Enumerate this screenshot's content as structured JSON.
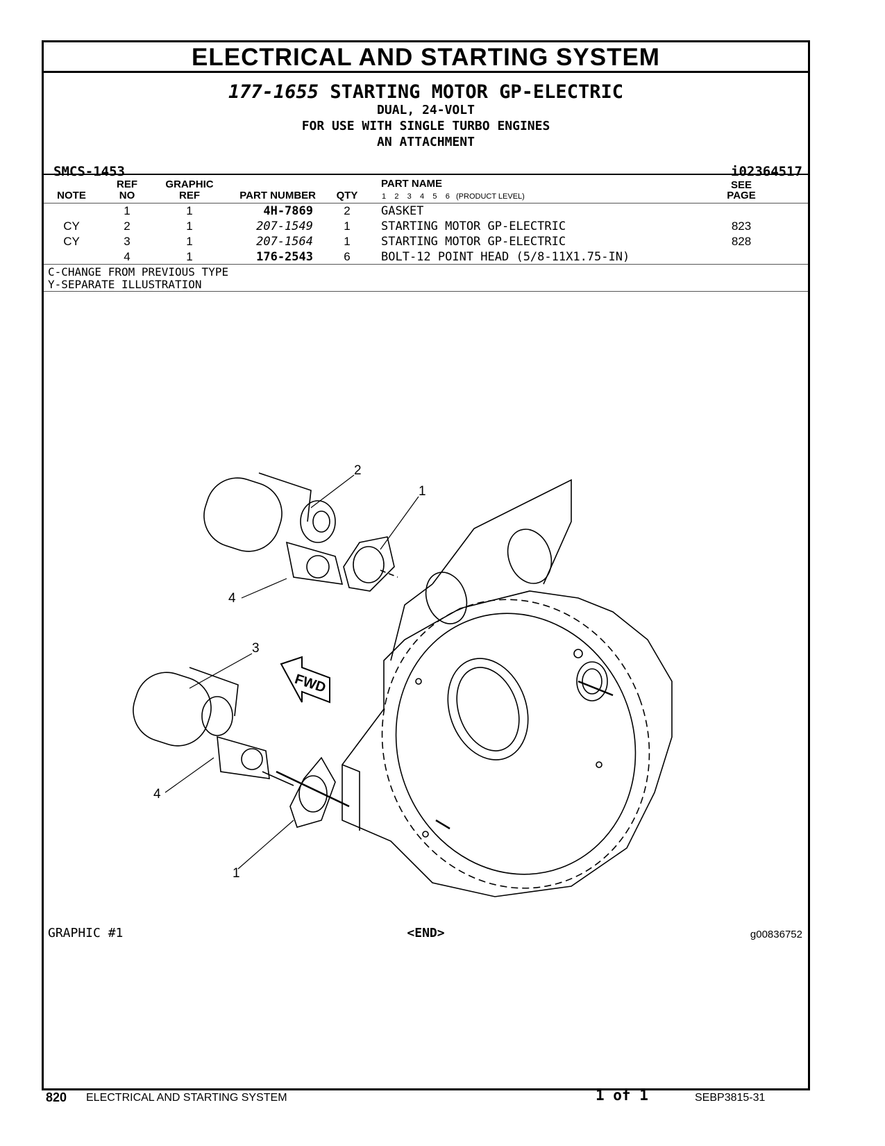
{
  "section_title": "ELECTRICAL AND STARTING SYSTEM",
  "group": {
    "part_number": "177-1655",
    "name": "STARTING MOTOR GP-ELECTRIC",
    "descriptions": [
      "DUAL, 24-VOLT",
      "FOR USE WITH SINGLE TURBO ENGINES",
      "AN ATTACHMENT"
    ]
  },
  "smcs": "SMCS-1453",
  "info_ref": "i02364517",
  "table": {
    "headers": {
      "note": "NOTE",
      "ref_no_1": "REF",
      "ref_no_2": "NO",
      "graphic_ref_1": "GRAPHIC",
      "graphic_ref_2": "REF",
      "part_number": "PART NUMBER",
      "qty": "QTY",
      "part_name": "PART NAME",
      "product_level": "1    2    3    4    5    6   (PRODUCT LEVEL)",
      "see_page_1": "SEE",
      "see_page_2": "PAGE"
    },
    "rows": [
      {
        "note": "",
        "ref_no": "1",
        "graphic_ref": "1",
        "part_number": "4H-7869",
        "qty": "2",
        "part_name": "GASKET",
        "see_page": ""
      },
      {
        "note": "CY",
        "ref_no": "2",
        "graphic_ref": "1",
        "part_number": "207-1549",
        "qty": "1",
        "part_name": "STARTING MOTOR GP-ELECTRIC",
        "see_page": "823"
      },
      {
        "note": "CY",
        "ref_no": "3",
        "graphic_ref": "1",
        "part_number": "207-1564",
        "qty": "1",
        "part_name": "STARTING MOTOR GP-ELECTRIC",
        "see_page": "828"
      },
      {
        "note": "",
        "ref_no": "4",
        "graphic_ref": "1",
        "part_number": "176-2543",
        "qty": "6",
        "part_name": "BOLT-12 POINT HEAD (5/8-11X1.75-IN)",
        "see_page": ""
      }
    ]
  },
  "legend": [
    "C-CHANGE FROM PREVIOUS TYPE",
    "Y-SEPARATE ILLUSTRATION"
  ],
  "callouts": {
    "c1a": "1",
    "c1b": "1",
    "c2": "2",
    "c3": "3",
    "c4a": "4",
    "c4b": "4"
  },
  "fwd_label": "FWD",
  "graphic_label": "GRAPHIC #1",
  "end_marker": "<END>",
  "graphic_id": "g00836752",
  "footer": {
    "page_number": "820",
    "section": "ELECTRICAL AND STARTING SYSTEM",
    "page_of": "1 of 1",
    "doc_id": "SEBP3815-31"
  }
}
